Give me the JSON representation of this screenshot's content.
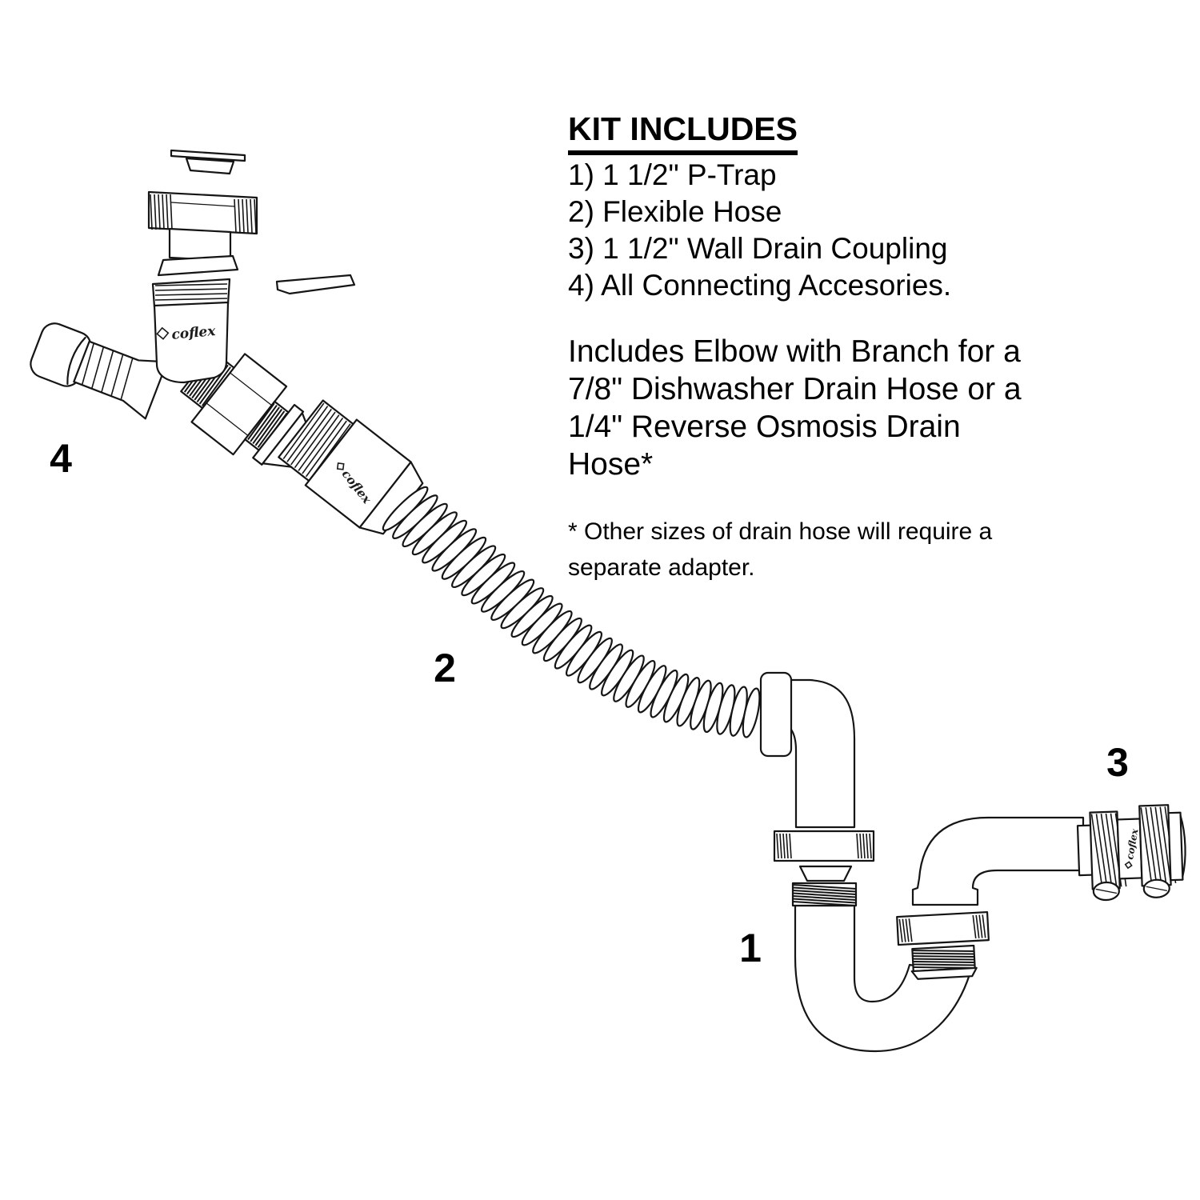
{
  "document": {
    "title": "KIT INCLUDES",
    "kit_items": [
      "1) 1 1/2\" P-Trap",
      "2) Flexible Hose",
      "3) 1 1/2\" Wall Drain Coupling",
      "4) All Connecting Accesories."
    ],
    "description_lines": [
      "Includes Elbow with Branch for a",
      "7/8\" Dishwasher Drain Hose or a",
      "1/4\" Reverse Osmosis Drain",
      "Hose*"
    ],
    "footnote_lines": [
      "* Other sizes of drain hose will require a",
      "separate adapter."
    ]
  },
  "brand": "coflex",
  "parts": {
    "p_trap": {
      "label": "1"
    },
    "flexible_hose": {
      "label": "2"
    },
    "wall_drain_coupling": {
      "label": "3"
    },
    "connecting_accessories": {
      "label": "4"
    }
  },
  "colors": {
    "ink": "#151515",
    "background": "#ffffff"
  }
}
